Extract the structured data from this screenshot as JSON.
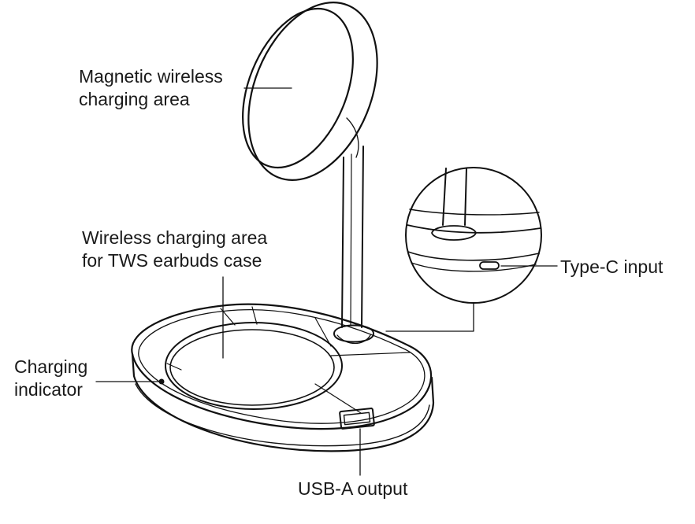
{
  "labels": {
    "magnetic_area": [
      "Magnetic wireless",
      "charging area"
    ],
    "tws_area": [
      "Wireless charging area",
      "for TWS earbuds case"
    ],
    "charging_indicator": [
      "Charging",
      "indicator"
    ],
    "type_c": "Type-C input",
    "usb_a": "USB-A output"
  },
  "colors": {
    "line": "#111111",
    "text": "#1a1a1a",
    "background": "#ffffff"
  }
}
